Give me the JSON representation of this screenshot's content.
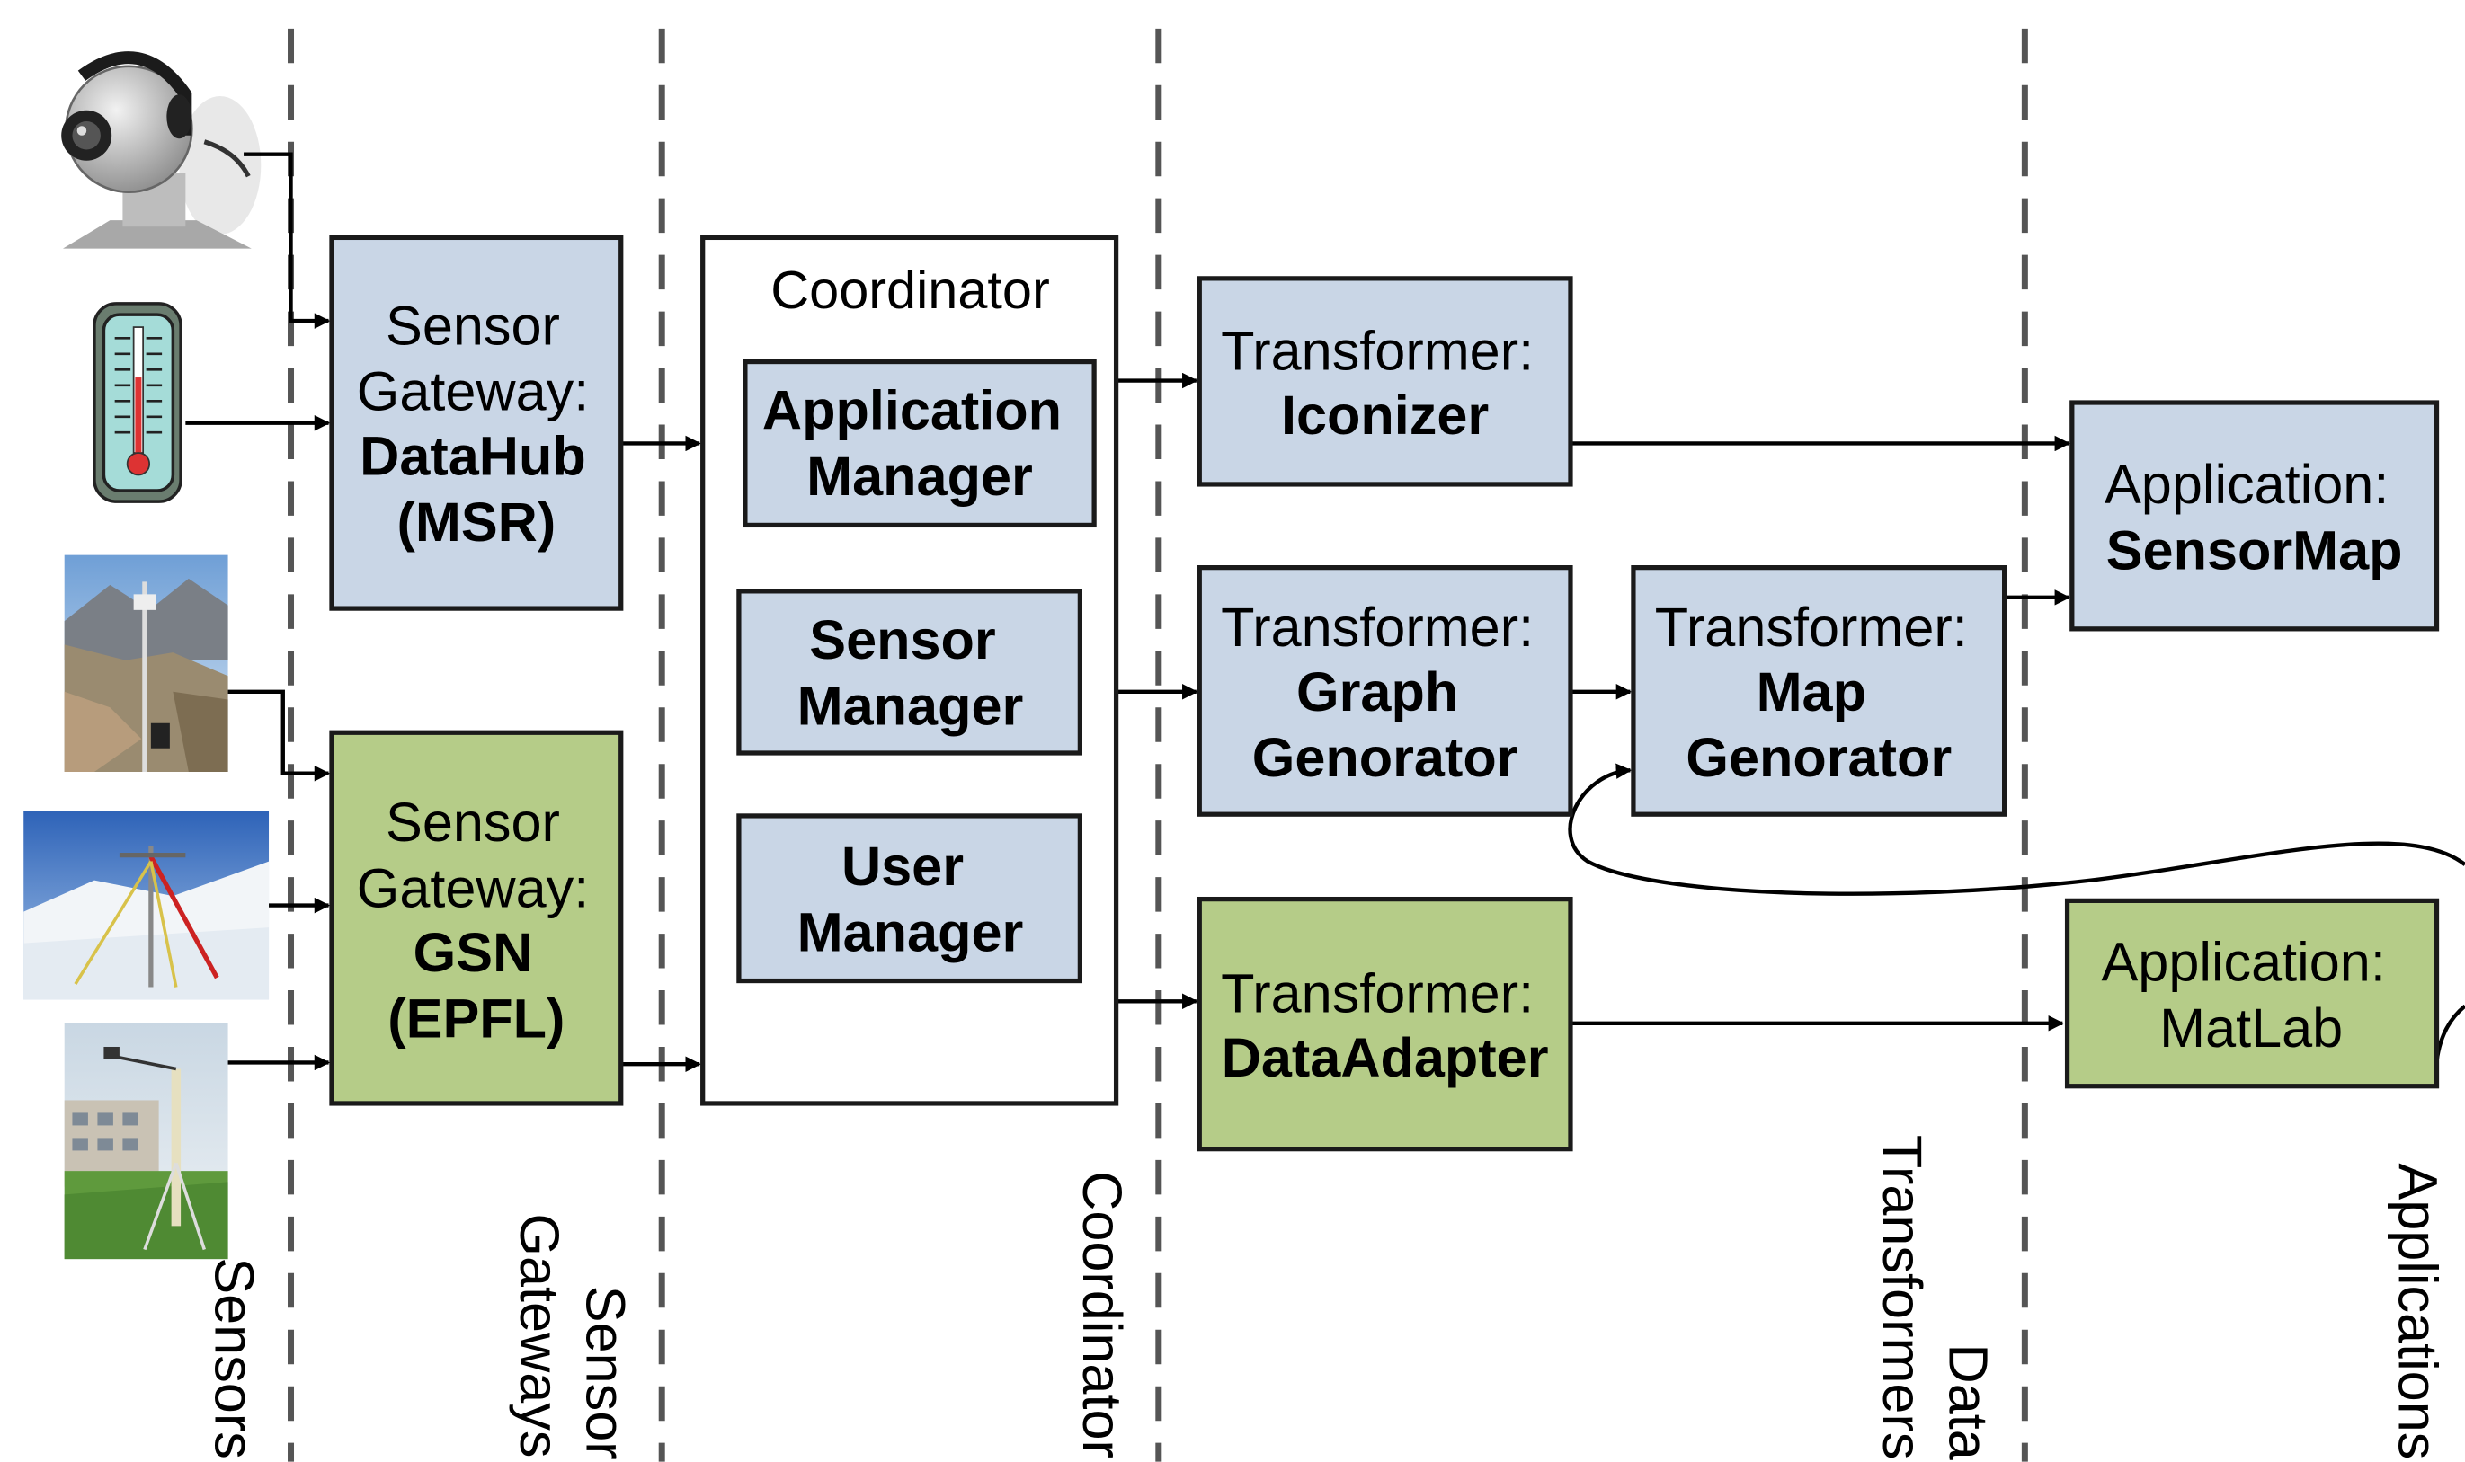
{
  "lanes": {
    "sensors": "Sensors",
    "gateways_1": "Sensor",
    "gateways_2": "Gateways",
    "coordinator": "Coordinator",
    "transformers_1": "Data",
    "transformers_2": "Transformers",
    "applications": "Applications"
  },
  "gateway_datahub": {
    "line1": "Sensor",
    "line2": "Gateway:",
    "line3": "DataHub",
    "line4": "(MSR)"
  },
  "gateway_gsn": {
    "line1": "Sensor",
    "line2": "Gateway:",
    "line3": "GSN",
    "line4": "(EPFL)"
  },
  "coordinator": {
    "title": "Coordinator",
    "application_manager": {
      "line1": "Application",
      "line2": "Manager"
    },
    "sensor_manager": {
      "line1": "Sensor",
      "line2": "Manager"
    },
    "user_manager": {
      "line1": "User",
      "line2": "Manager"
    }
  },
  "transformer_iconizer": {
    "line1": "Transformer:",
    "line2": "Iconizer"
  },
  "transformer_graph": {
    "line1": "Transformer:",
    "line2": "Graph",
    "line3": "Genorator"
  },
  "transformer_map": {
    "line1": "Transformer:",
    "line2": "Map",
    "line3": "Genorator"
  },
  "transformer_dataadapter": {
    "line1": "Transformer:",
    "line2": "DataAdapter"
  },
  "app_sensormap": {
    "line1": "Application:",
    "line2": "SensorMap"
  },
  "app_matlab": {
    "line1": "Application:",
    "line2": "MatLab"
  },
  "colors": {
    "blue_box": "#c9d6e6",
    "green_box": "#b5cc88",
    "divider": "#555555"
  },
  "sensor_icons": [
    "webcam-icon",
    "thermometer-icon",
    "mountain-weather-station-photo",
    "snow-weather-station-photo",
    "rooftop-weather-station-photo"
  ]
}
